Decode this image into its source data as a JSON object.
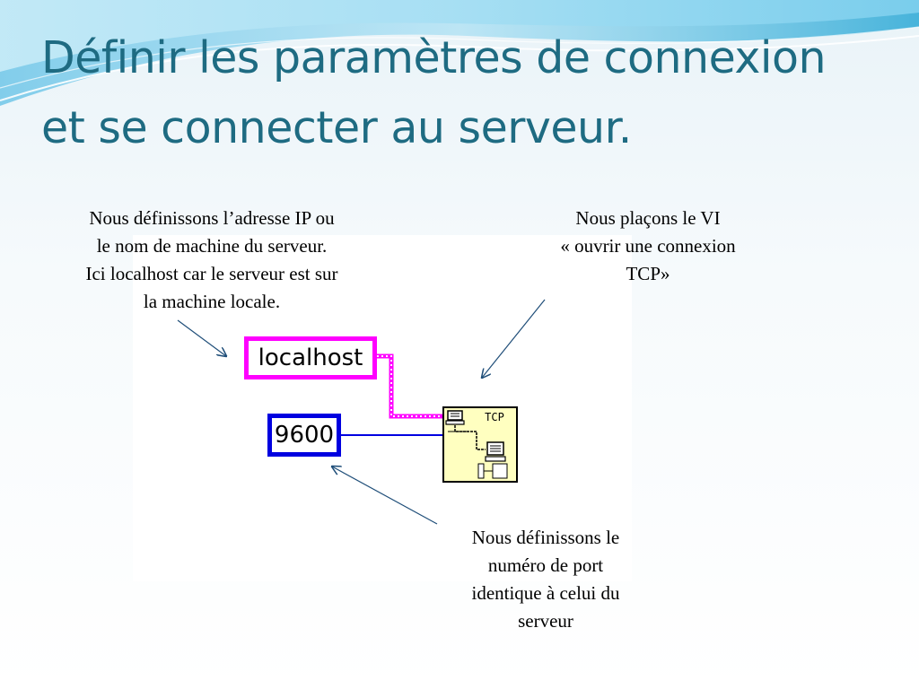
{
  "slide": {
    "title_lines": [
      "Définir les paramètres de connexion",
      "et se connecter au serveur."
    ]
  },
  "notes": {
    "left": [
      "Nous définissons l’adresse IP ou",
      "le nom de machine du serveur.",
      "Ici localhost car le serveur est sur",
      "la machine locale."
    ],
    "right": [
      "Nous plaçons le VI",
      "« ouvrir une connexion",
      "TCP»"
    ],
    "bottom": [
      "Nous définissons le",
      "numéro de port",
      "identique à celui du",
      "serveur"
    ]
  },
  "diagram": {
    "string_constant": "localhost",
    "numeric_constant": "9600",
    "vi_label": "TCP"
  },
  "colors": {
    "title": "#1e6b82",
    "string_wire": "#ff00ff",
    "numeric_wire": "#0000e0",
    "vi_background": "#ffffc0",
    "arrow": "#1f4e79"
  }
}
